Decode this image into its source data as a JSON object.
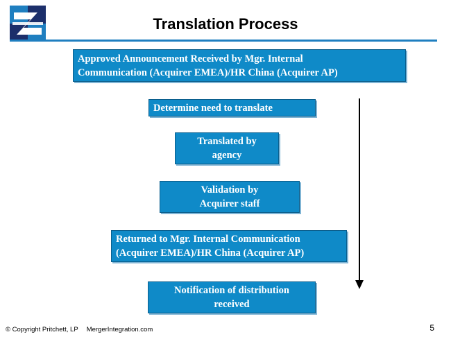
{
  "slide": {
    "title": "Translation Process",
    "page_number": "5"
  },
  "footer": {
    "copyright": "© Copyright Pritchett, LP",
    "website": "MergerIntegration.com"
  },
  "logo": {
    "icon": "company-logo-icon",
    "colors": [
      "#1f7fc0",
      "#1c2f6b",
      "#ffffff"
    ]
  },
  "flow": {
    "steps": [
      {
        "text": "Approved Announcement Received by Mgr. Internal\nCommunication (Acquirer EMEA)/HR China (Acquirer AP)"
      },
      {
        "text": "Determine need to translate"
      },
      {
        "text": "Translated by\nagency"
      },
      {
        "text": "Validation by\nAcquirer staff"
      },
      {
        "text": "Returned to Mgr. Internal Communication\n(Acquirer EMEA)/HR China (Acquirer AP)"
      },
      {
        "text": "Notification of distribution\nreceived"
      }
    ],
    "box_color": "#0f8ac8",
    "arrow_icon": "down-arrow-icon"
  }
}
